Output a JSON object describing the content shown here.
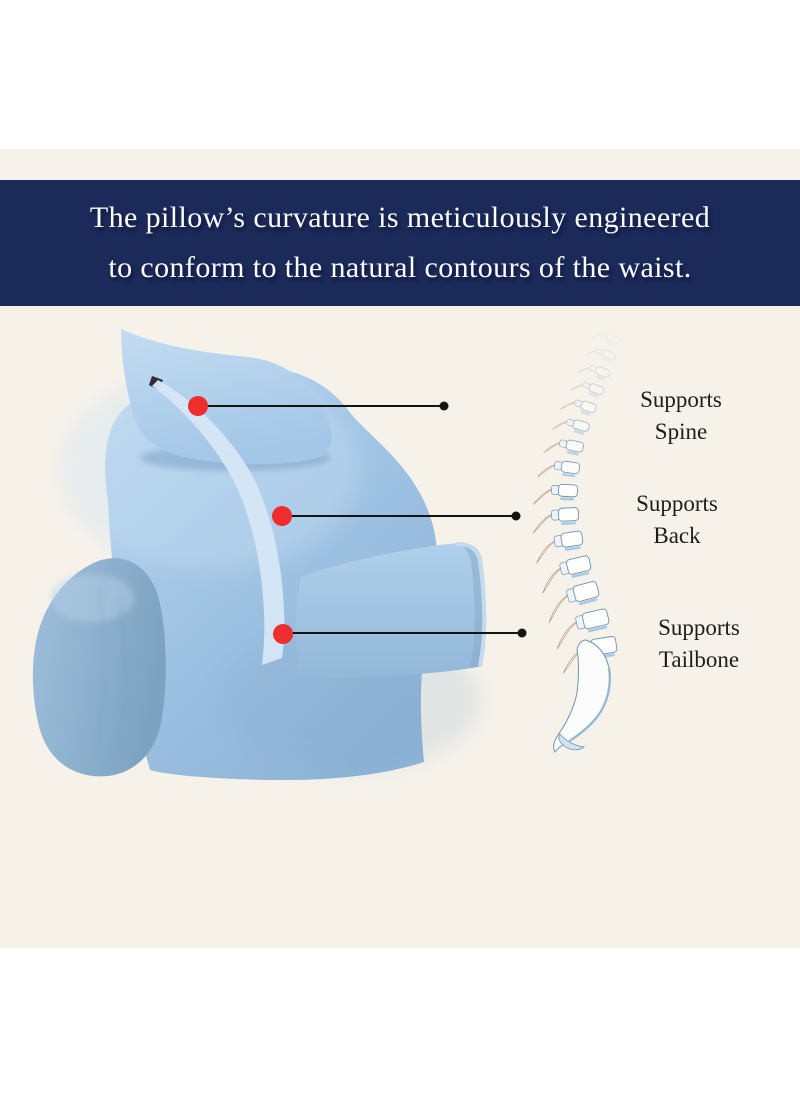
{
  "banner": {
    "line1": "The pillow’s curvature is meticulously engineered",
    "line2": "to conform to the natural contours of the waist."
  },
  "callouts": [
    {
      "label_line1": "Supports",
      "label_line2": "Spine"
    },
    {
      "label_line1": "Supports",
      "label_line2": "Back"
    },
    {
      "label_line1": "Supports",
      "label_line2": "Tailbone"
    }
  ],
  "colors": {
    "page_bg": "#ffffff",
    "section_bg": "#f6f2ea",
    "banner_bg": "#1b2a59",
    "banner_text": "#fcfcff",
    "label_text": "#1d1d1d",
    "pillow_main": "#a5c6e6",
    "pillow_dark": "#7da3c2",
    "curvature_strip": "#d4e4f5",
    "callout_dot": "#ee2e2e",
    "callout_line": "#141414",
    "spine_outline": "#6e94b2",
    "spine_shade": "#a9cce6"
  }
}
